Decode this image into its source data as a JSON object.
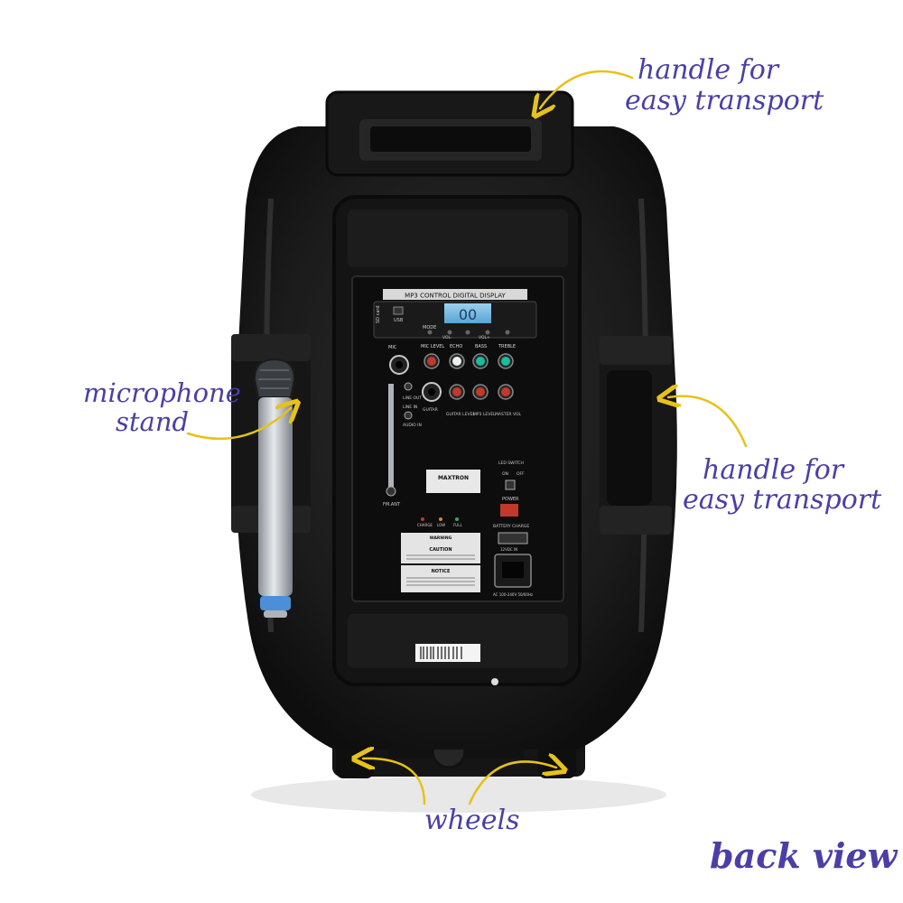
{
  "annotations": {
    "top_handle_line1": "handle for",
    "top_handle_line2": "easy transport",
    "mic_line1": "microphone",
    "mic_line2": "stand",
    "side_handle_line1": "handle for",
    "side_handle_line2": "easy transport",
    "wheels": "wheels",
    "view": "back view"
  },
  "panel": {
    "display_header": "MP3 CONTROL DIGITAL DISPLAY",
    "display_readout": "00",
    "sd_label": "SD card",
    "usb_label": "USB",
    "mode_label": "MODE",
    "vol_minus": "VOL-",
    "vol_plus": "VOL+",
    "mic_label": "MIC",
    "mic_level": "MIC LEVEL",
    "echo": "ECHO",
    "bass": "BASS",
    "treble": "TREBLE",
    "guitar": "GUITAR",
    "guitar_level": "GUITAR LEVEL",
    "mp3_level": "MP3 LEVEL",
    "master_vol": "MASTER VOL",
    "line_out": "LINE OUT",
    "line_in": "LINE IN",
    "audio_in": "AUDIO IN",
    "fm_ant": "FM.ANT",
    "brand": "MAXTRON",
    "led_switch": "LED SWITCH",
    "on": "ON",
    "off": "OFF",
    "power": "POWER",
    "battery_charge": "BATTERY CHARGE",
    "charge": "CHARGE",
    "low": "LOW",
    "full": "FULL",
    "warning": "WARNING",
    "caution": "CAUTION",
    "notice": "NOTICE",
    "dc": "12VDC IN",
    "ac": "AC 100-240V 50/60Hz"
  },
  "colors": {
    "annotation": "#4b3fa6",
    "arrow": "#e6c21a",
    "body": "#1d1d1d",
    "display": "#78b8e0"
  }
}
